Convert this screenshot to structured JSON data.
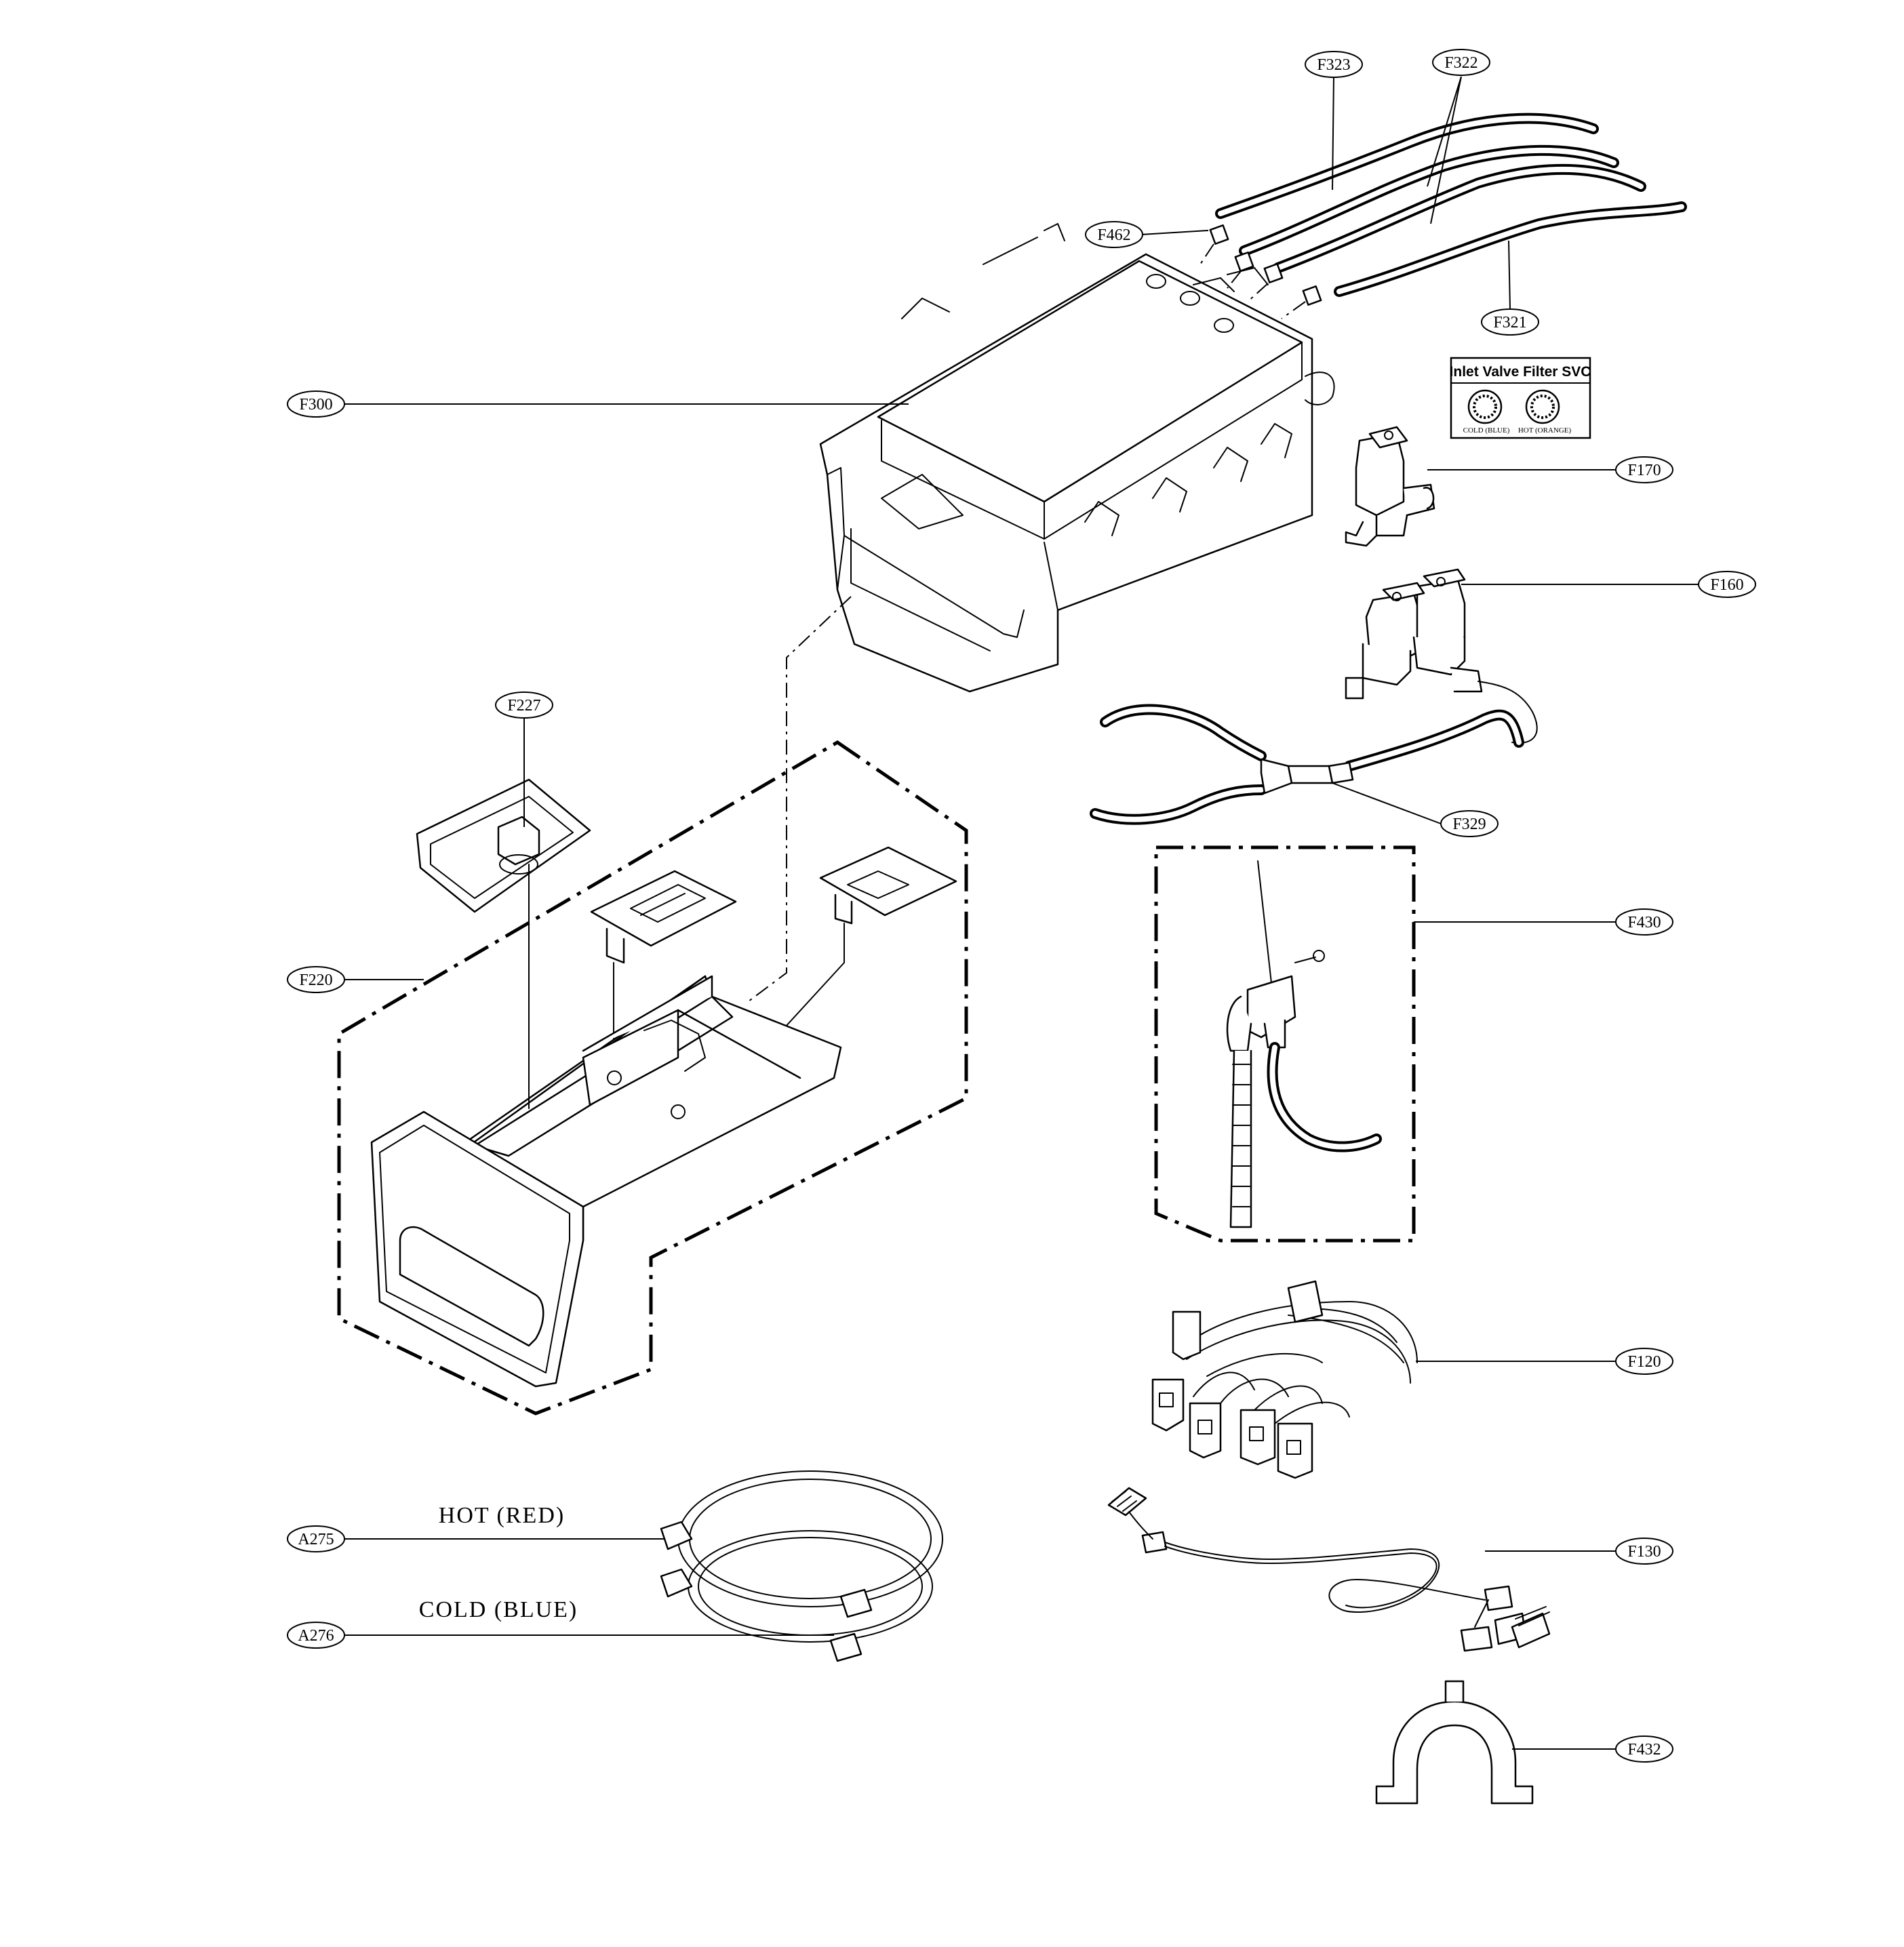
{
  "callouts": {
    "f323": "F323",
    "f322": "F322",
    "f462": "F462",
    "f321": "F321",
    "f300": "F300",
    "f170": "F170",
    "f160": "F160",
    "f227": "F227",
    "f329": "F329",
    "f430": "F430",
    "f220": "F220",
    "f120": "F120",
    "a275": "A275",
    "a276": "A276",
    "f130": "F130",
    "f432": "F432"
  },
  "captions": {
    "hot": "HOT (RED)",
    "cold": "COLD (BLUE)"
  },
  "inlet_filter_box": {
    "title": "Inlet Valve Filter SVC",
    "cold_label": "COLD (BLUE)",
    "hot_label": "HOT (ORANGE)"
  }
}
